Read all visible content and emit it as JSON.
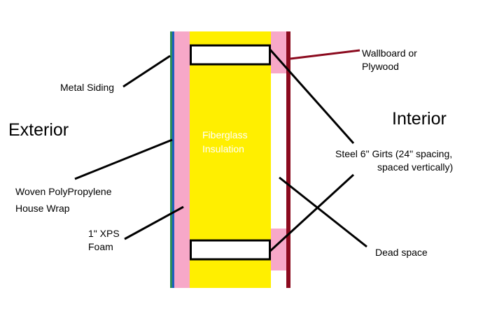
{
  "labels": {
    "exterior": "Exterior",
    "interior": "Interior",
    "metal_siding": "Metal Siding",
    "wallboard_line1": "Wallboard or",
    "wallboard_line2": "Plywood",
    "girts_line1": "Steel 6\" Girts (24\" spacing,",
    "girts_line2": "spaced vertically)",
    "housewrap_line1": "Woven PolyPropylene",
    "housewrap_line2": "House Wrap",
    "xps_line1": "1\" XPS",
    "xps_line2": "Foam",
    "dead_space": "Dead space",
    "insulation_line1": "Fiberglass",
    "insulation_line2": "Insulation"
  },
  "colors": {
    "siding_green": "#2e8b57",
    "siding_blue": "#1f5fbf",
    "xps_pink": "#f7a8c8",
    "insulation_yellow": "#ffef00",
    "wallboard_maroon": "#8b0a1e",
    "leader_black": "#000000",
    "insulation_text": "#ffffff"
  }
}
